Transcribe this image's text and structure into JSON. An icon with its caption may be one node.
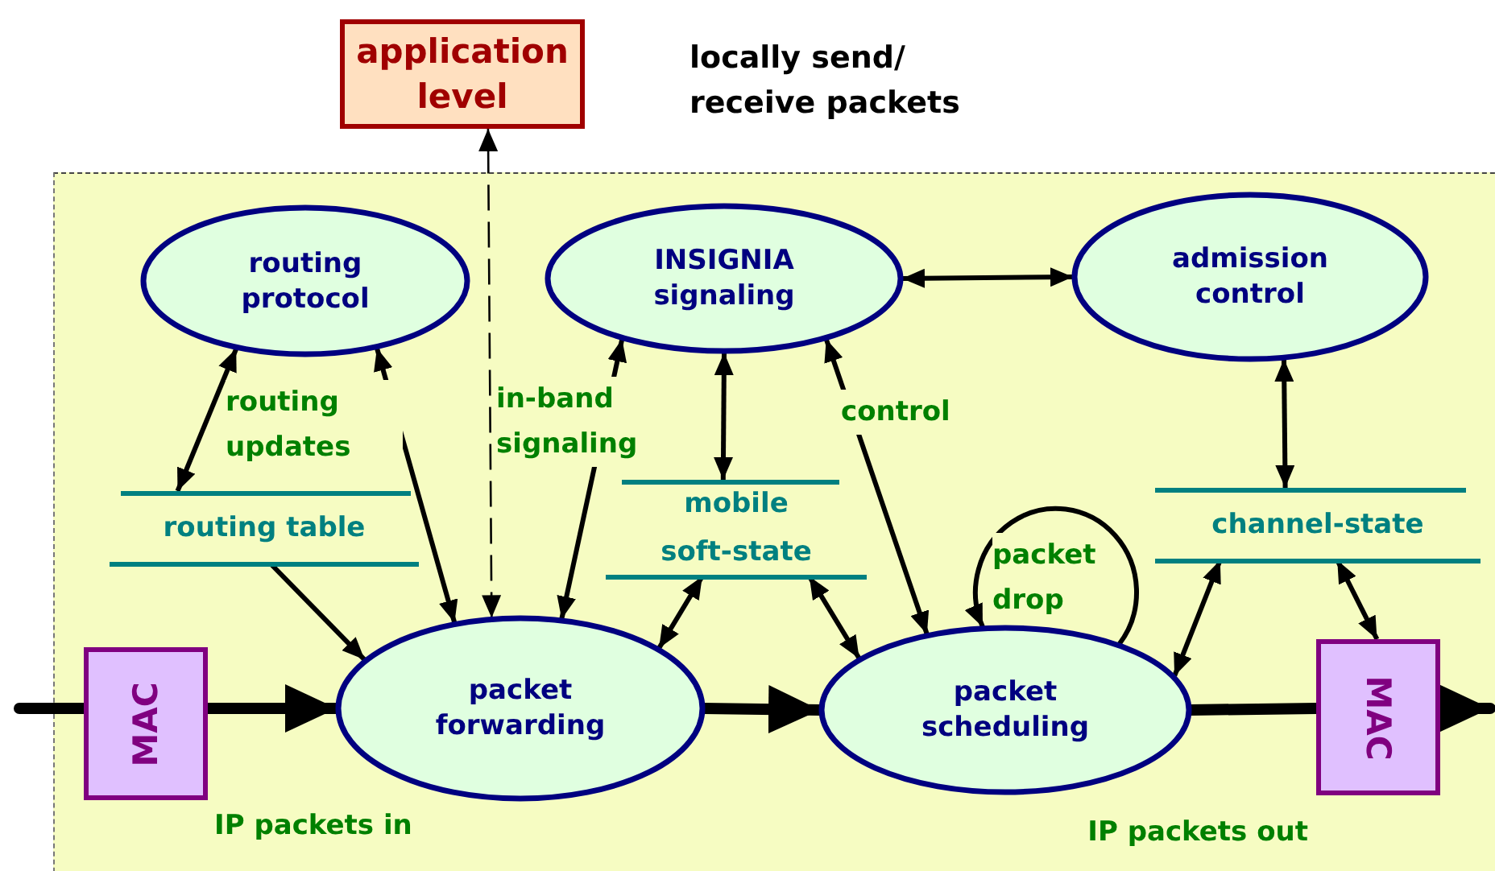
{
  "diagram": {
    "nodes": [
      {
        "text": [
          "application level"
        ],
        "beside": [
          "locally send/ receive packets"
        ]
      },
      {
        "text": [
          "routing protocol"
        ]
      },
      {
        "text": [
          "INSIGNIA signaling"
        ]
      },
      {
        "text": [
          "admission control"
        ]
      },
      {
        "text": [
          "routing table"
        ]
      },
      {
        "text": [
          "mobile soft-state"
        ]
      },
      {
        "text": [
          "channel-state"
        ]
      },
      {
        "text": [
          "MAC"
        ]
      },
      {
        "text": [
          "packet forwarding"
        ]
      },
      {
        "text": [
          "packet scheduling"
        ]
      },
      {
        "text": [
          "MAC"
        ]
      }
    ],
    "edges": [
      {
        "from": null,
        "to": 7,
        "arrow": "none",
        "style": "thick"
      },
      {
        "from": 7,
        "to": 8,
        "arrow": "to",
        "style": "thick",
        "label": "IP packets in"
      },
      {
        "from": 8,
        "to": 9,
        "arrow": "to",
        "style": "thick"
      },
      {
        "from": 9,
        "to": 10,
        "arrow": "none",
        "style": "thick",
        "label": "IP packets out"
      },
      {
        "from": 10,
        "to": null,
        "arrow": "to",
        "style": "thick"
      },
      {
        "from": 8,
        "to": 0,
        "arrow": "both",
        "style": "dashed"
      },
      {
        "from": 1,
        "to": 4,
        "arrow": "both",
        "label": "routing updates"
      },
      {
        "from": 1,
        "to": 8,
        "arrow": "both"
      },
      {
        "from": 4,
        "to": 8,
        "arrow": "to"
      },
      {
        "from": 8,
        "to": 2,
        "arrow": "both",
        "label": "in-band signaling"
      },
      {
        "from": 2,
        "to": 5,
        "arrow": "both"
      },
      {
        "from": 5,
        "to": 8,
        "arrow": "both"
      },
      {
        "from": 2,
        "to": 3,
        "arrow": "both"
      },
      {
        "from": 2,
        "to": 9,
        "arrow": "both",
        "label": "control"
      },
      {
        "from": 5,
        "to": 9,
        "arrow": "both"
      },
      {
        "from": 9,
        "to": 9,
        "arrow": "to",
        "label": "packet drop"
      },
      {
        "from": 6,
        "to": 9,
        "arrow": "both"
      },
      {
        "from": 3,
        "to": 6,
        "arrow": "both"
      },
      {
        "from": 6,
        "to": 10,
        "arrow": "both"
      }
    ]
  }
}
